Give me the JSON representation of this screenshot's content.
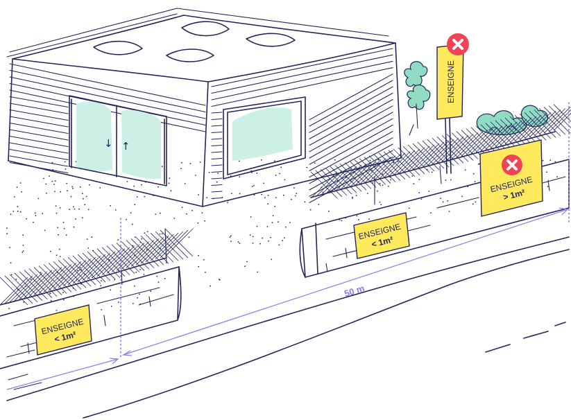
{
  "colors": {
    "ink": "#24245a",
    "sign_yellow": "#ffe95c",
    "glass_mint": "#cdf0e6",
    "bush_mint": "#8fdcc3",
    "forbidden_red": "#f04455",
    "measure_purple": "#8a7cf0"
  },
  "signs": {
    "left_small": {
      "label": "ENSEIGNE",
      "size": "< 1m²"
    },
    "center_small": {
      "label": "ENSEIGNE",
      "size": "< 1m²"
    },
    "right_large": {
      "label": "ENSEIGNE",
      "size": "> 1m²",
      "status_icon": "forbidden-cross-icon"
    },
    "pole_sign": {
      "label": "ENSEIGNE",
      "status_icon": "forbidden-cross-icon"
    }
  },
  "measurement": {
    "label": "50 m"
  },
  "icons": [
    "forbidden-cross-icon",
    "arrow-down-icon",
    "arrow-up-icon",
    "bush-icon"
  ]
}
